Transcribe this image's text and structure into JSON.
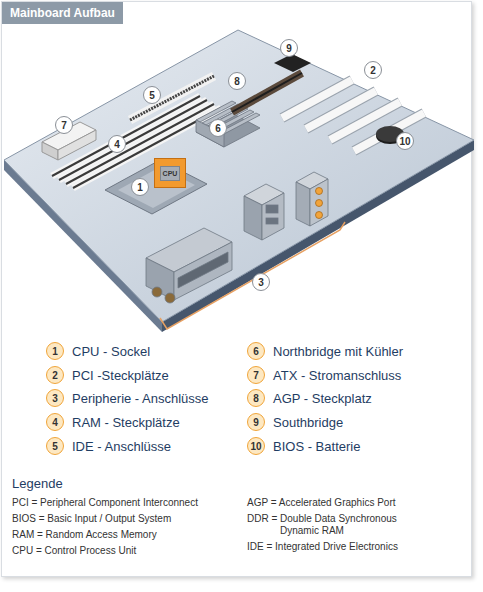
{
  "diagram": {
    "title": "Mainboard Aufbau",
    "nodes": [
      {
        "text": [
          "1"
        ]
      },
      {
        "text": [
          "2"
        ]
      },
      {
        "text": [
          "3"
        ]
      },
      {
        "text": [
          "4"
        ]
      },
      {
        "text": [
          "5"
        ]
      },
      {
        "text": [
          "6"
        ]
      },
      {
        "text": [
          "7"
        ]
      },
      {
        "text": [
          "8"
        ]
      },
      {
        "text": [
          "9"
        ]
      },
      {
        "text": [
          "10"
        ]
      },
      {
        "text": [
          "CPU"
        ]
      },
      {
        "text": [
          "1",
          "CPU - Sockel"
        ]
      },
      {
        "text": [
          "2",
          "PCI -Steckplätze"
        ]
      },
      {
        "text": [
          "3",
          "Peripherie - Anschlüsse"
        ]
      },
      {
        "text": [
          "4",
          "RAM - Steckplätze"
        ]
      },
      {
        "text": [
          "5",
          "IDE - Anschlüsse"
        ]
      },
      {
        "text": [
          "6",
          "Northbridge mit Kühler"
        ]
      },
      {
        "text": [
          "7",
          "ATX - Stromanschluss"
        ]
      },
      {
        "text": [
          "8",
          "AGP - Steckplatz"
        ]
      },
      {
        "text": [
          "9",
          "Southbridge"
        ]
      },
      {
        "text": [
          "10",
          "BIOS - Batterie"
        ]
      }
    ],
    "labels": [
      "Legende",
      "PCI = Peripheral Component Interconnect",
      "BIOS = Basic Input / Output System",
      "RAM = Random Access Memory",
      "CPU = Control Process Unit",
      "AGP = Accelerated Graphics Port",
      "DDR = Double Data Synchronous Dynamic RAM",
      "IDE = Integrated Drive Electronics"
    ]
  }
}
